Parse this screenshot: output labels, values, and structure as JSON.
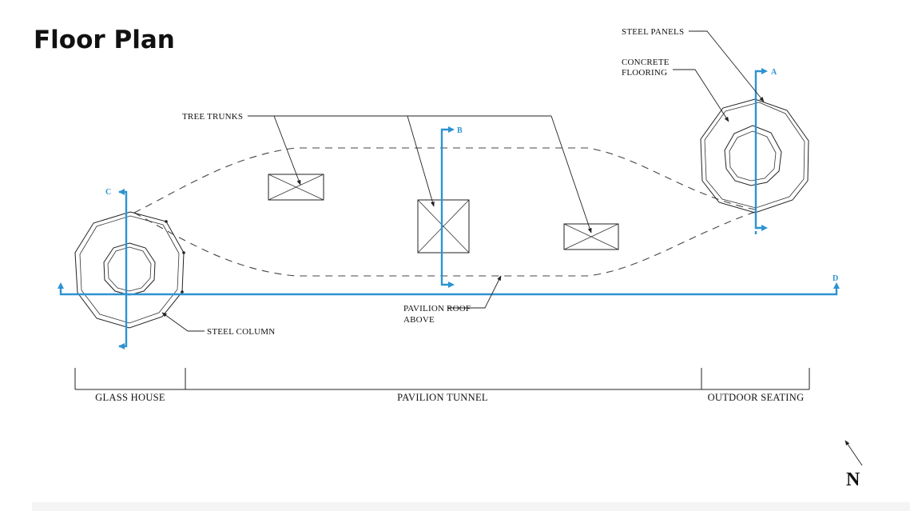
{
  "page": {
    "title": "Floor Plan"
  },
  "colors": {
    "section_line": "#2e93d1",
    "linework": "#222222",
    "background": "#ffffff"
  },
  "labels": {
    "steel_panels": "STEEL PANELS",
    "concrete_flooring_line1": "CONCRETE",
    "concrete_flooring_line2": "FLOORING",
    "tree_trunks": "TREE TRUNKS",
    "pavilion_roof_line1": "PAVILION ROOF",
    "pavilion_roof_line2": "ABOVE",
    "steel_column": "STEEL COLUMN"
  },
  "sections": {
    "a": "A",
    "b": "B",
    "c": "C",
    "d": "D"
  },
  "zones": {
    "glass_house": "GLASS HOUSE",
    "pavilion_tunnel": "PAVILION TUNNEL",
    "outdoor_seating": "OUTDOOR SEATING"
  },
  "north_arrow": {
    "label": "N",
    "icon": "north-arrow-icon"
  }
}
